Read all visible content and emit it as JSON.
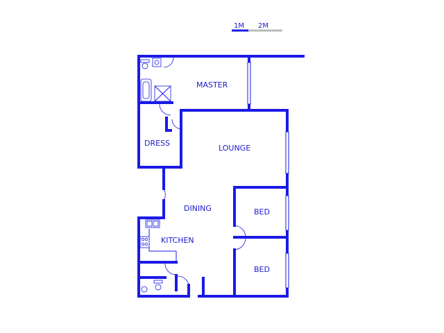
{
  "colors": {
    "wall": "#1a1ae6",
    "label": "#1a1acc",
    "scale_dark": "#1a1ae6",
    "scale_light": "#b8b8b8"
  },
  "scale": {
    "label_1": "1M",
    "label_2": "2M"
  },
  "rooms": {
    "master": "MASTER",
    "lounge": "LOUNGE",
    "dress": "DRESS",
    "dining": "DINING",
    "kitchen": "KITCHEN",
    "bed_1": "BED",
    "bed_2": "BED"
  }
}
